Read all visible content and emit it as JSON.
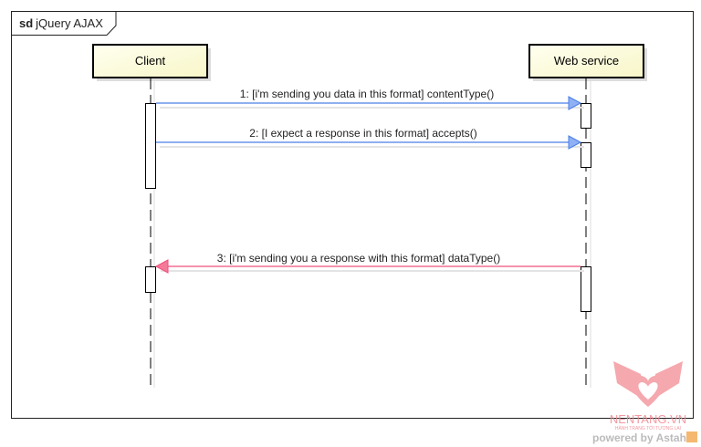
{
  "frame": {
    "kind": "sd",
    "title": "jQuery AJAX"
  },
  "lifelines": [
    {
      "name": "Client"
    },
    {
      "name": "Web service"
    }
  ],
  "messages": [
    {
      "label": "1: [i'm sending you data in this format] contentType()",
      "color": "#4a7fe8"
    },
    {
      "label": "2: [I expect a response in this format] accepts()",
      "color": "#4a7fe8"
    },
    {
      "label": "3: [i'm sending you a response with this format] dataType()",
      "color": "#f0507a"
    }
  ],
  "watermark": {
    "brand": "NENTANG.VN",
    "tagline": "HÀNH TRANG TỚI TƯƠNG LAI"
  },
  "footer": {
    "powered_by": "powered by Astah"
  }
}
